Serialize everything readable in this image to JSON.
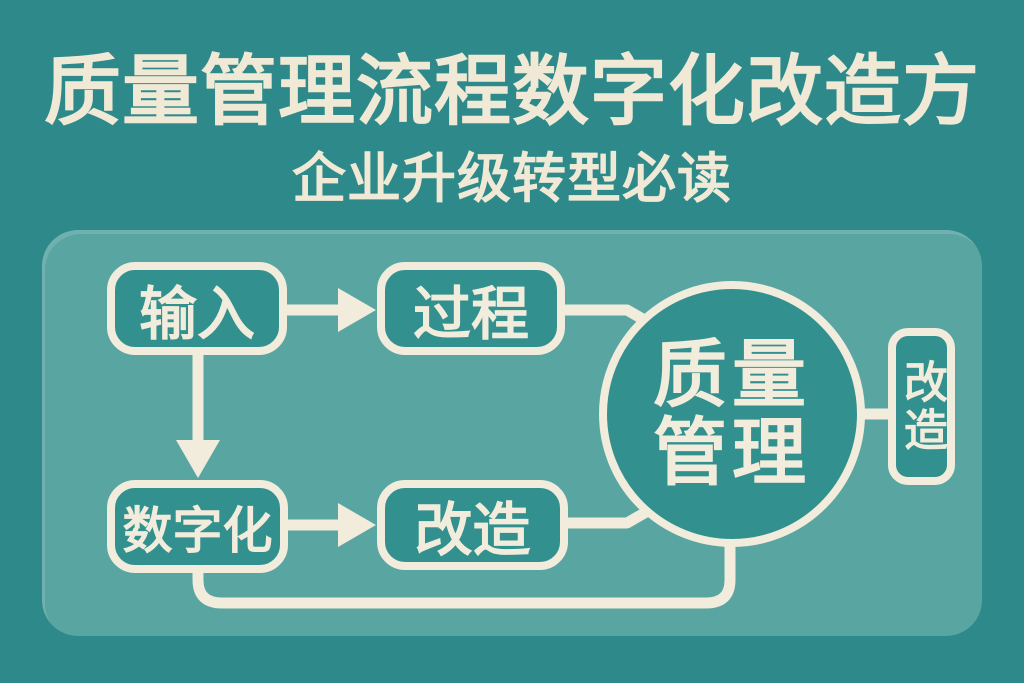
{
  "title": "质量管理流程数字化改造方",
  "subtitle": "企业升级转型必读",
  "colors": {
    "background": "#2E8A8A",
    "panel": "#59A5A2",
    "node_fill": "#32908F",
    "stroke_cream": "#F1ECDB",
    "title_text": "#EFE9D6"
  },
  "diagram": {
    "nodes": {
      "input": {
        "label": "输入"
      },
      "process": {
        "label": "过程"
      },
      "digitalization": {
        "label": "数字化"
      },
      "transform": {
        "label": "改造"
      },
      "quality_management": {
        "line1": "质量",
        "line2": "管理"
      },
      "transform_side": {
        "label": "改造"
      }
    },
    "edges": [
      "输入 → 过程",
      "输入 → 数字化",
      "数字化 → 改造",
      "过程 — 质量管理",
      "改造 — 质量管理",
      "质量管理 — 改造(侧)",
      "数字化 ⤷ 底部回路 ⤴ 质量管理"
    ]
  }
}
